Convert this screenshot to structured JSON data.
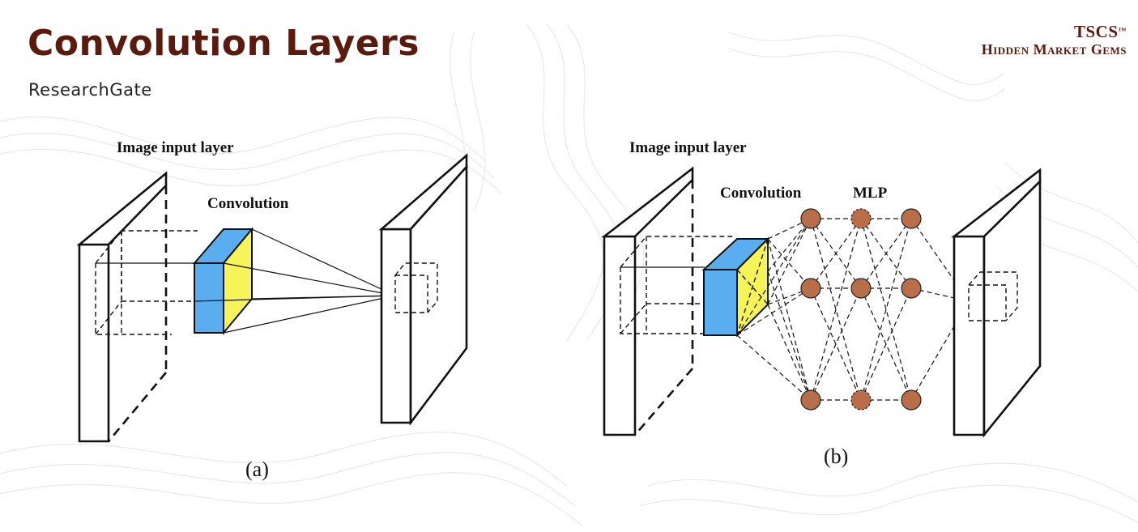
{
  "title": "Convolution Layers",
  "subtitle": "ResearchGate",
  "brand": {
    "line1": "TSCS",
    "trademark": "™",
    "line2": "Hidden Market Gems"
  },
  "panel_a": {
    "input_label": "Image input layer",
    "conv_label": "Convolution",
    "caption": "(a)"
  },
  "panel_b": {
    "input_label": "Image input layer",
    "conv_label": "Convolution",
    "mlp_label": "MLP",
    "caption": "(b)"
  },
  "colors": {
    "title": "#5a1a0e",
    "kernel_front": "#5aaef0",
    "kernel_side": "#f7f45a",
    "mlp_node": "#b86e48"
  }
}
